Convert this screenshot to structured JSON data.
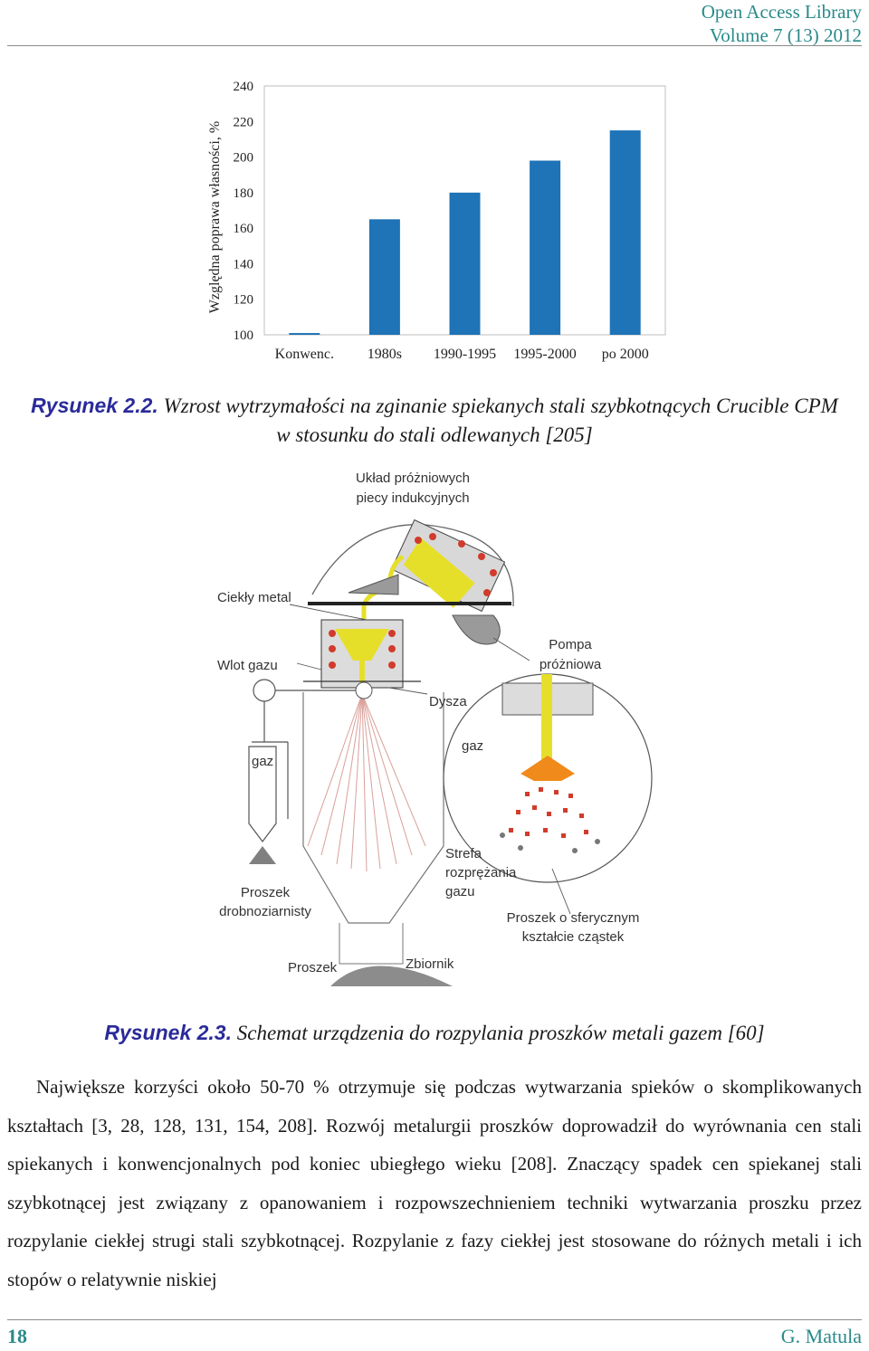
{
  "header": {
    "line1": "Open Access Library",
    "line2": "Volume 7 (13) 2012"
  },
  "chart_data": {
    "type": "bar",
    "categories": [
      "Konwenc.",
      "1980s",
      "1990-1995",
      "1995-2000",
      "po 2000"
    ],
    "values": [
      101,
      165,
      180,
      198,
      215
    ],
    "ylabel": "Względna poprawa własności, %",
    "ylim": [
      100,
      240
    ],
    "yticks": [
      100,
      120,
      140,
      160,
      180,
      200,
      220,
      240
    ],
    "grid": false,
    "color": "#1f73b7"
  },
  "figure1": {
    "label": "Rysunek 2.2.",
    "caption_line1": "Wzrost wytrzymałości na zginanie spiekanych stali szybkotnących Crucible CPM",
    "caption_line2": "w stosunku do stali odlewanych [205]"
  },
  "diagram": {
    "furnace_1": "Układ próżniowych",
    "furnace_2": "piecy indukcyjnych",
    "liquid_metal": "Ciekły metal",
    "gas_inlet": "Wlot gazu",
    "pump_1": "Pompa",
    "pump_2": "próżniowa",
    "nozzle": "Dysza",
    "gas_left": "gaz",
    "gas_right": "gaz",
    "zone_1": "Strefa",
    "zone_2": "rozprężania",
    "zone_3": "gazu",
    "fine_1": "Proszek",
    "fine_2": "drobnoziarnisty",
    "spherical_1": "Proszek o sferycznym",
    "spherical_2": "kształcie cząstek",
    "powder": "Proszek",
    "tank": "Zbiornik"
  },
  "figure2": {
    "label": "Rysunek 2.3.",
    "caption": "Schemat urządzenia do rozpylania proszków metali gazem [60]"
  },
  "body_paragraph": "Największe korzyści około 50-70 % otrzymuje się podczas wytwarzania spieków o skomplikowanych kształtach [3, 28, 128, 131, 154, 208]. Rozwój metalurgii proszków doprowadził do wyrównania cen stali spiekanych i konwencjonalnych pod koniec ubiegłego wieku [208]. Znaczący spadek cen spiekanej stali szybkotnącej jest związany z opanowaniem i rozpowszechnieniem techniki wytwarzania proszku przez rozpylanie ciekłej strugi stali szybkotnącej. Rozpylanie z fazy ciekłej jest stosowane do różnych metali i ich stopów o relatywnie niskiej",
  "footer": {
    "page": "18",
    "author": "G. Matula"
  }
}
